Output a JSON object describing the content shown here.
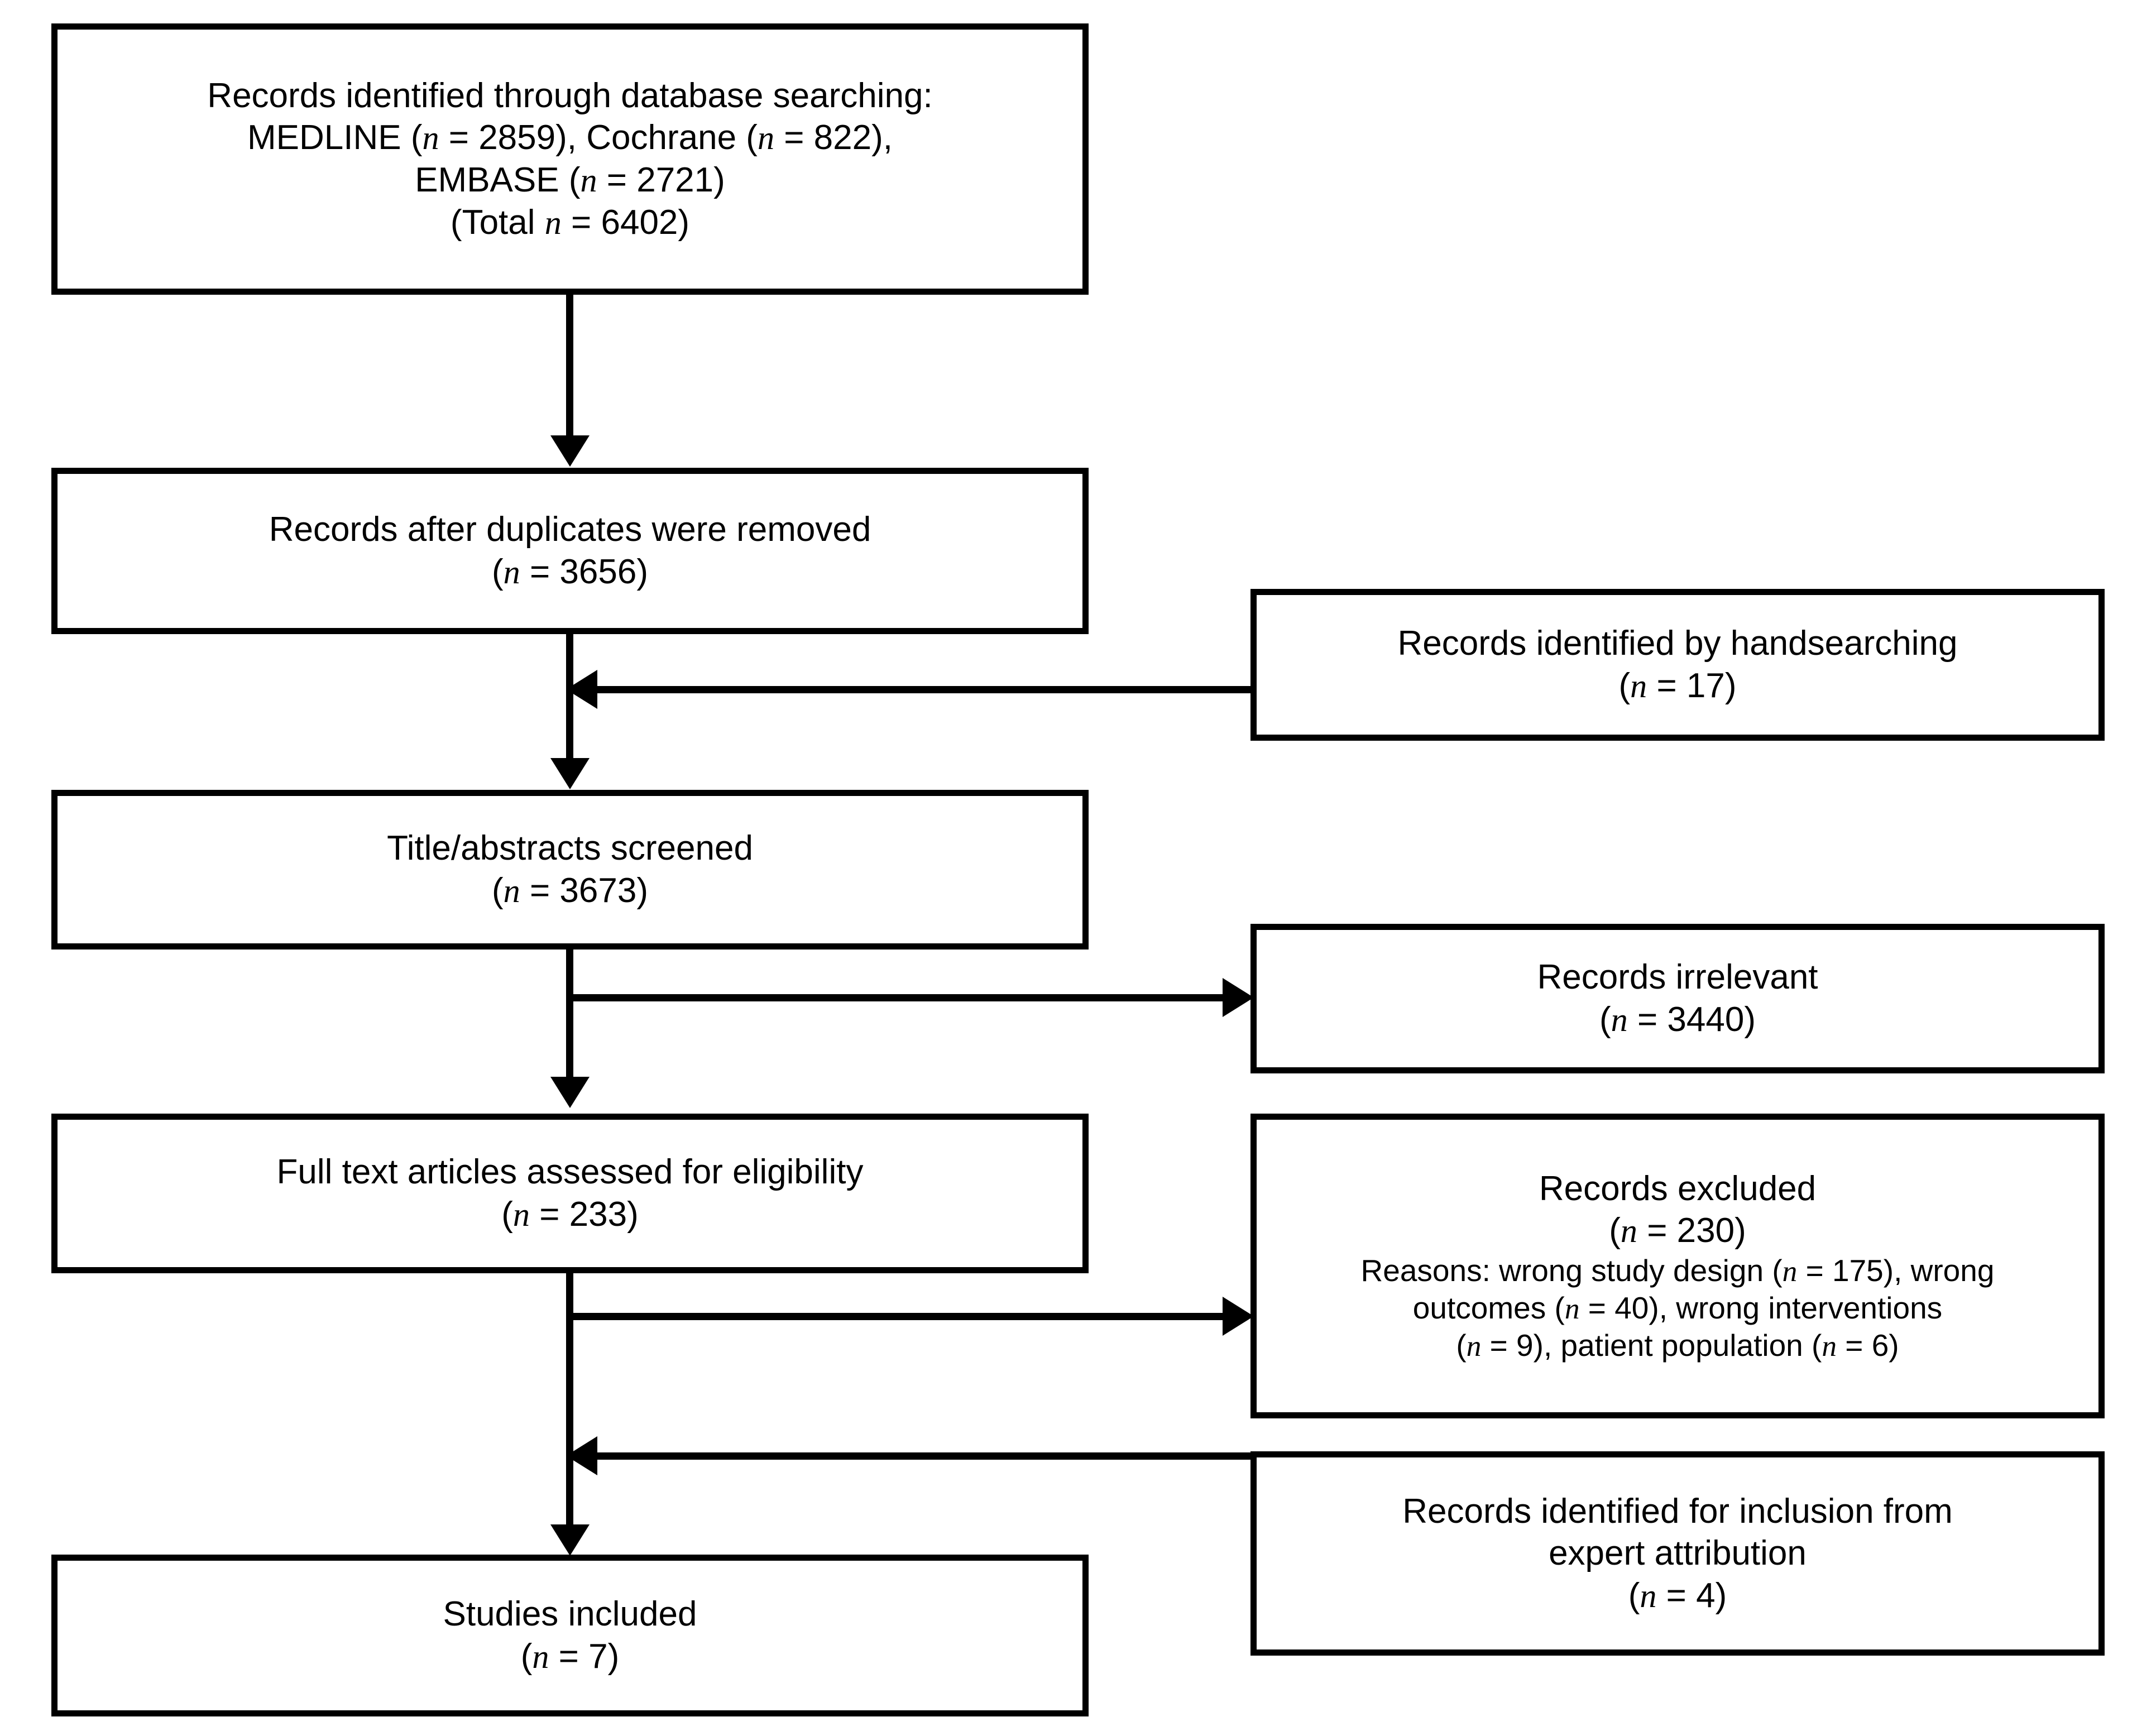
{
  "diagram": {
    "type": "prisma-flow-diagram",
    "title": "",
    "colors": {
      "line": "#000000",
      "box_border": "#000000",
      "box_fill": "#ffffff",
      "text": "#000000"
    }
  },
  "boxes": {
    "identified": {
      "name": "records-identified-through-database-searching",
      "lines": [
        "Records identified through database searching:",
        "MEDLINE (n = 2859), Cochrane (n = 822),",
        "EMBASE (n = 2721)",
        "(Total n = 6402)"
      ],
      "counts": {
        "medline": 2859,
        "cochrane": 822,
        "embase": 2721,
        "total": 6402
      }
    },
    "duplicates_removed": {
      "name": "records-after-duplicates-removed",
      "lines": [
        "Records after duplicates were removed",
        "(n = 3656)"
      ],
      "counts": {
        "n": 3656
      }
    },
    "handsearching": {
      "name": "records-identified-by-handsearching",
      "lines": [
        "Records identified by handsearching",
        "(n = 17)"
      ],
      "counts": {
        "n": 17
      }
    },
    "screened": {
      "name": "title-abstracts-screened",
      "lines": [
        "Title/abstracts screened",
        "(n = 3673)"
      ],
      "counts": {
        "n": 3673
      }
    },
    "irrelevant": {
      "name": "records-irrelevant",
      "lines": [
        "Records irrelevant",
        "(n = 3440)"
      ],
      "counts": {
        "n": 3440
      }
    },
    "full_text": {
      "name": "full-text-articles-assessed-for-eligibility",
      "lines": [
        "Full text articles assessed for eligibility",
        "(n = 233)"
      ],
      "counts": {
        "n": 233
      }
    },
    "excluded": {
      "name": "records-excluded",
      "lines": [
        "Records excluded",
        "(n = 230)",
        "Reasons: wrong study design (n = 175), wrong outcomes (n = 40), wrong interventions (n = 9), patient population (n = 6)"
      ],
      "counts": {
        "n": 230,
        "wrong_study_design": 175,
        "wrong_outcomes": 40,
        "wrong_interventions": 9,
        "patient_population": 6
      }
    },
    "expert_attribution": {
      "name": "records-identified-for-inclusion-from-expert-attribution",
      "lines": [
        "Records identified for inclusion from",
        "expert attribution",
        "(n = 4)"
      ],
      "counts": {
        "n": 4
      }
    },
    "included": {
      "name": "studies-included",
      "lines": [
        "Studies included",
        "(n = 7)"
      ],
      "counts": {
        "n": 7
      }
    }
  },
  "text": {
    "identified_l1": "Records identified through database searching:",
    "identified_l2a": "MEDLINE (",
    "identified_l2b": " = 2859), Cochrane (",
    "identified_l2c": " = 822),",
    "identified_l3a": "EMBASE (",
    "identified_l3b": " = 2721)",
    "identified_l4a": "(Total ",
    "identified_l4b": " = 6402)",
    "duplicates_l1": "Records after duplicates were removed",
    "duplicates_l2a": "(",
    "duplicates_l2b": " = 3656)",
    "handsearch_l1": "Records identified by handsearching",
    "handsearch_l2a": "(",
    "handsearch_l2b": " = 17)",
    "screened_l1": "Title/abstracts screened",
    "screened_l2a": "(",
    "screened_l2b": " = 3673)",
    "irrelevant_l1": "Records irrelevant",
    "irrelevant_l2a": "(",
    "irrelevant_l2b": " = 3440)",
    "fulltext_l1": "Full text articles assessed for eligibility",
    "fulltext_l2a": "(",
    "fulltext_l2b": " = 233)",
    "excluded_l1": "Records excluded",
    "excluded_l2a": "(",
    "excluded_l2b": " = 230)",
    "excluded_r1a": "Reasons: wrong study design (",
    "excluded_r1b": " = 175), wrong",
    "excluded_r2a": "outcomes (",
    "excluded_r2b": " = 40), wrong interventions",
    "excluded_r3a": "(",
    "excluded_r3b": " = 9), patient population (",
    "excluded_r3c": " = 6)",
    "expert_l1": "Records identified for inclusion from",
    "expert_l2": "expert attribution",
    "expert_l3a": "(",
    "expert_l3b": " = 4)",
    "included_l1": "Studies included",
    "included_l2a": "(",
    "included_l2b": " = 7)",
    "n_italic": "n"
  }
}
